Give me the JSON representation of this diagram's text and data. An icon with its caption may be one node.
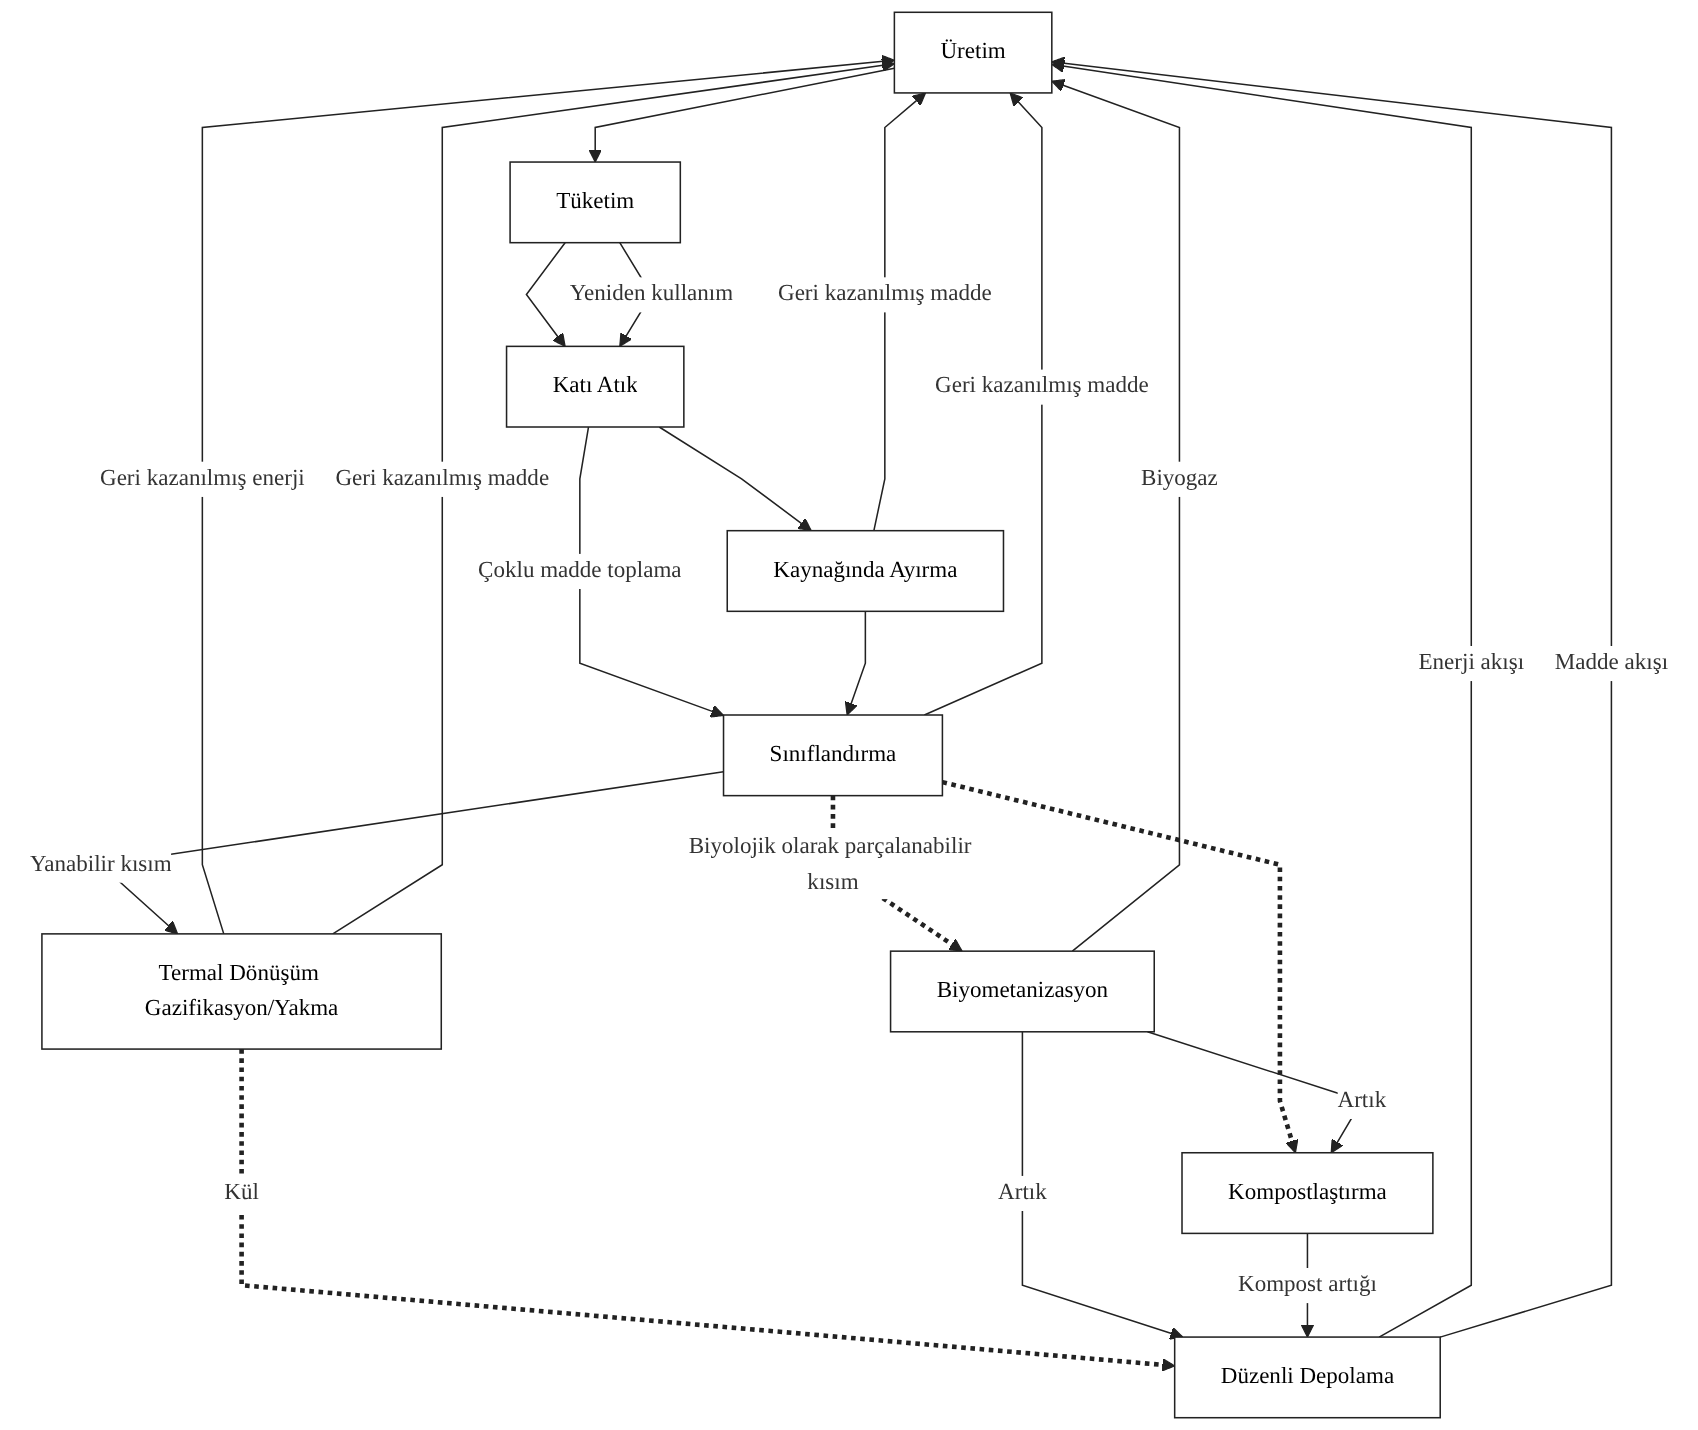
{
  "diagram": {
    "nodes": [
      {
        "text": [
          "Üretim"
        ]
      },
      {
        "text": [
          "Tüketim"
        ]
      },
      {
        "text": [
          "Katı Atık"
        ]
      },
      {
        "text": [
          "Kaynağında Ayırma"
        ]
      },
      {
        "text": [
          "Sınıflandırma"
        ]
      },
      {
        "text": [
          "Termal Dönüşüm Gazifikasyon/Yakma"
        ]
      },
      {
        "text": [
          "Biyometanizasyon"
        ]
      },
      {
        "text": [
          "Kompostlaştırma"
        ]
      },
      {
        "text": [
          "Düzenli Depolama"
        ]
      }
    ],
    "edges": [
      {
        "from": 0,
        "to": 1,
        "arrow": "to"
      },
      {
        "from": 1,
        "to": 2,
        "arrow": "to"
      },
      {
        "from": 1,
        "to": 2,
        "arrow": "to",
        "label": "Yeniden kullanım"
      },
      {
        "from": 2,
        "to": 3,
        "arrow": "to"
      },
      {
        "from": 2,
        "to": 4,
        "arrow": "to",
        "label": "Çoklu madde toplama"
      },
      {
        "from": 3,
        "to": 4,
        "arrow": "to"
      },
      {
        "from": 3,
        "to": 0,
        "arrow": "to",
        "label": "Geri kazanılmış madde"
      },
      {
        "from": 4,
        "to": 0,
        "arrow": "to",
        "label": "Geri kazanılmış madde"
      },
      {
        "from": 4,
        "to": 5,
        "arrow": "to",
        "label": "Yanabilir kısım"
      },
      {
        "from": 4,
        "to": 6,
        "arrow": "to",
        "style": "dashed",
        "label": "Biyolojik olarak parçalanabilir kısım"
      },
      {
        "from": 4,
        "to": 7,
        "arrow": "to",
        "style": "dashed"
      },
      {
        "from": 5,
        "to": 0,
        "arrow": "to",
        "label": "Geri kazanılmış enerji"
      },
      {
        "from": 5,
        "to": 0,
        "arrow": "to",
        "label": "Geri kazanılmış madde"
      },
      {
        "from": 5,
        "to": 8,
        "arrow": "to",
        "style": "dashed",
        "label": "Kül"
      },
      {
        "from": 6,
        "to": 0,
        "arrow": "to",
        "label": "Biyogaz"
      },
      {
        "from": 6,
        "to": 7,
        "arrow": "to",
        "label": "Artık"
      },
      {
        "from": 6,
        "to": 8,
        "arrow": "to",
        "label": "Artık"
      },
      {
        "from": 7,
        "to": 8,
        "arrow": "to",
        "label": "Kompost artığı"
      },
      {
        "from": 8,
        "to": 0,
        "arrow": "to",
        "label": "Enerji akışı"
      },
      {
        "from": 8,
        "to": 0,
        "arrow": "to",
        "label": "Madde akışı"
      }
    ]
  }
}
